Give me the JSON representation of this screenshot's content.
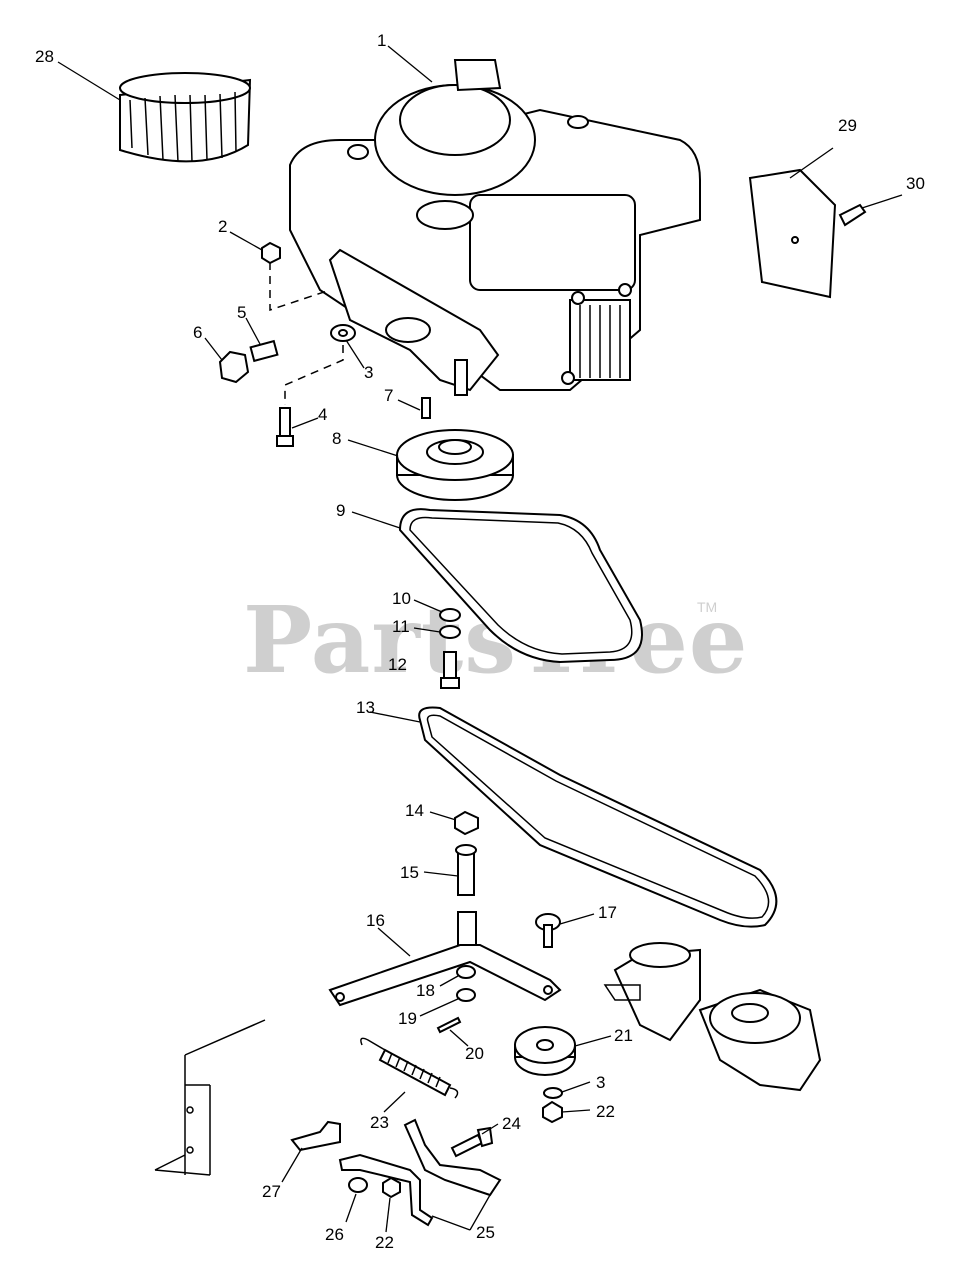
{
  "watermark": {
    "text": "PartsTree",
    "trademark": "TM"
  },
  "callouts": [
    {
      "id": "c1",
      "label": "1"
    },
    {
      "id": "c2",
      "label": "2"
    },
    {
      "id": "c3a",
      "label": "3"
    },
    {
      "id": "c3b",
      "label": "3"
    },
    {
      "id": "c4",
      "label": "4"
    },
    {
      "id": "c5",
      "label": "5"
    },
    {
      "id": "c6",
      "label": "6"
    },
    {
      "id": "c7",
      "label": "7"
    },
    {
      "id": "c8",
      "label": "8"
    },
    {
      "id": "c9",
      "label": "9"
    },
    {
      "id": "c10",
      "label": "10"
    },
    {
      "id": "c11",
      "label": "11"
    },
    {
      "id": "c12",
      "label": "12"
    },
    {
      "id": "c13",
      "label": "13"
    },
    {
      "id": "c14",
      "label": "14"
    },
    {
      "id": "c15",
      "label": "15"
    },
    {
      "id": "c16",
      "label": "16"
    },
    {
      "id": "c17",
      "label": "17"
    },
    {
      "id": "c18",
      "label": "18"
    },
    {
      "id": "c19",
      "label": "19"
    },
    {
      "id": "c20",
      "label": "20"
    },
    {
      "id": "c21",
      "label": "21"
    },
    {
      "id": "c22a",
      "label": "22"
    },
    {
      "id": "c22b",
      "label": "22"
    },
    {
      "id": "c23",
      "label": "23"
    },
    {
      "id": "c24",
      "label": "24"
    },
    {
      "id": "c25",
      "label": "25"
    },
    {
      "id": "c26",
      "label": "26"
    },
    {
      "id": "c27",
      "label": "27"
    },
    {
      "id": "c28",
      "label": "28"
    },
    {
      "id": "c29",
      "label": "29"
    },
    {
      "id": "c30",
      "label": "30"
    }
  ]
}
